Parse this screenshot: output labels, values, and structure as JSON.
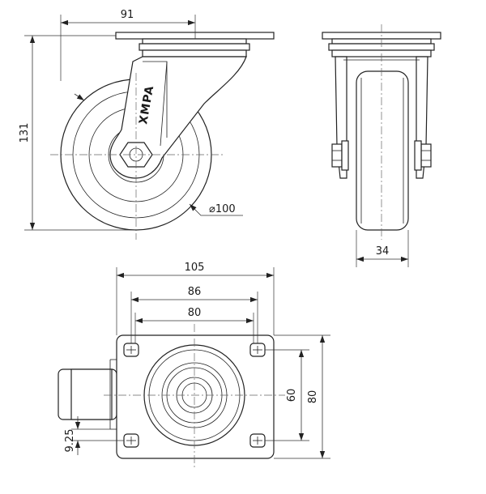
{
  "dimensions": {
    "side_width": "91",
    "side_height": "131",
    "wheel_diameter": "⌀100",
    "front_width": "34",
    "plate_width": "105",
    "hole_spacing_outer": "86",
    "hole_spacing_inner": "80",
    "hole_spacing_vertical": "60",
    "plate_height": "80",
    "hole_offset": "9.25"
  },
  "logo_text": "XMPA"
}
